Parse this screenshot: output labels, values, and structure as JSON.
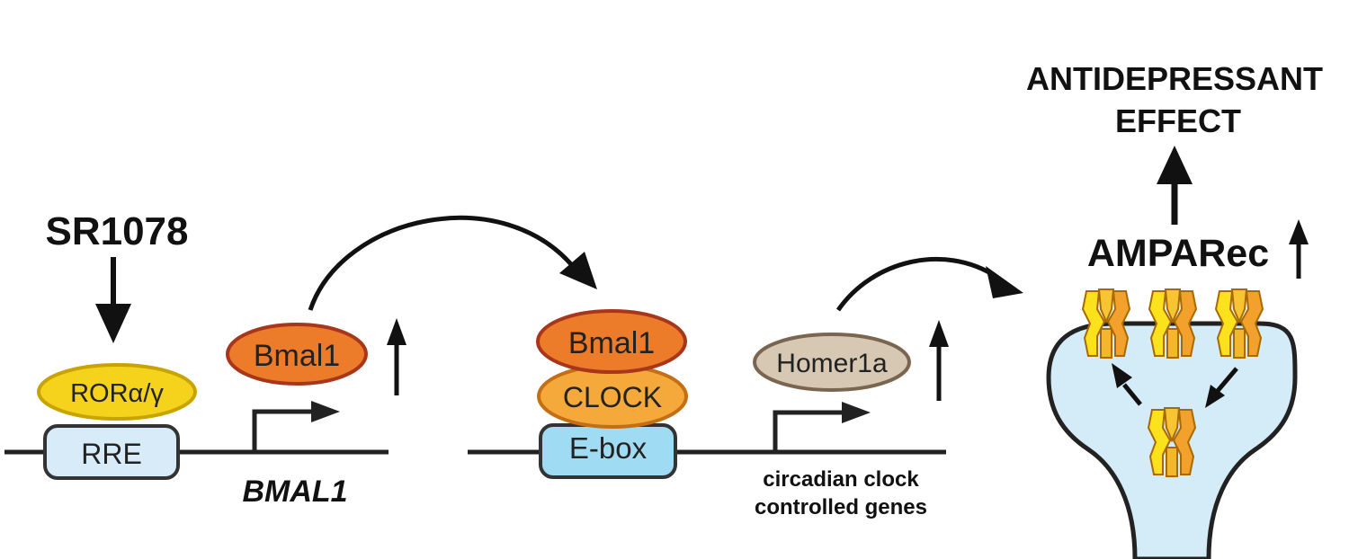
{
  "drug": {
    "label": "SR1078"
  },
  "receptor": {
    "label": "RORα/γ"
  },
  "elements": {
    "rre": "RRE",
    "ebox": "E-box"
  },
  "genes": {
    "bmal1": "BMAL1",
    "ccg_line1": "circadian clock",
    "ccg_line2": "controlled genes"
  },
  "proteins": {
    "bmal1_first": "Bmal1",
    "bmal1_second": "Bmal1",
    "clock": "CLOCK",
    "homer1a": "Homer1a"
  },
  "outcome": {
    "ampa": "AMPARec",
    "effect_line1": "ANTIDEPRESSANT",
    "effect_line2": "EFFECT"
  },
  "colors": {
    "ror_fill": "#f5d21b",
    "ror_stroke": "#c9a400",
    "bmal_fill": "#ec7b2a",
    "bmal_stroke": "#a8361b",
    "clock_fill": "#f4a93a",
    "clock_stroke": "#c46e15",
    "homer_fill": "#d6c8b3",
    "homer_stroke": "#7a6650",
    "rre_fill": "#d7ecf8",
    "ebox_fill": "#9fdcf3",
    "spine_fill": "#d4ebf8",
    "receptor_yellow": "#fbe21c",
    "receptor_orange": "#f1a12c"
  }
}
